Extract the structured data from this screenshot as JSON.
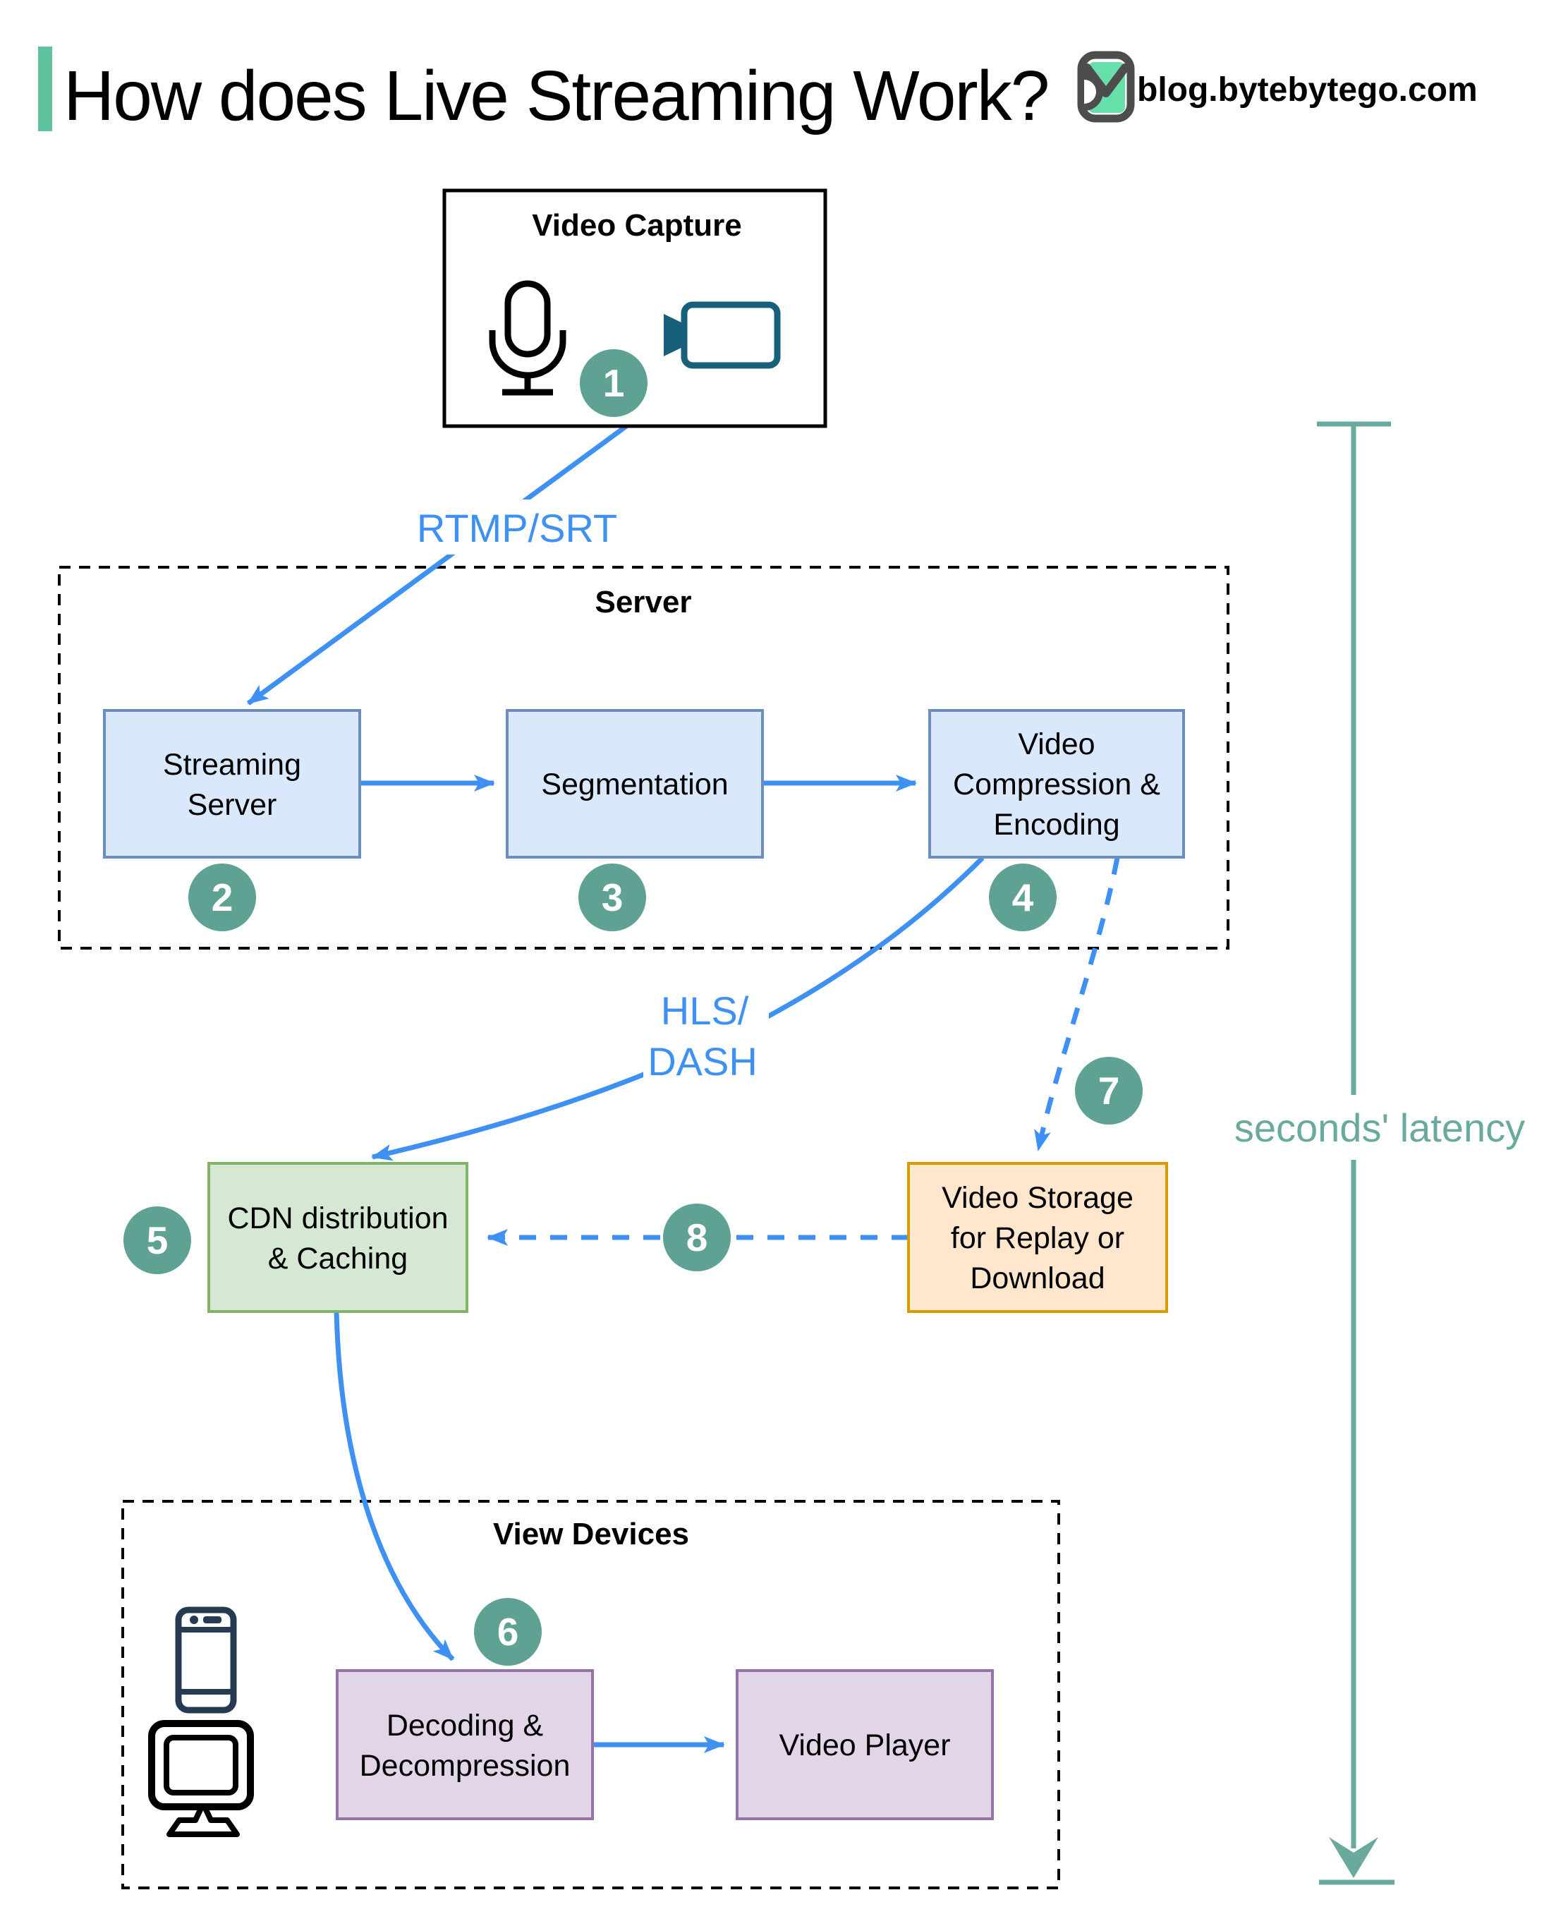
{
  "header": {
    "title": "How does Live Streaming Work?",
    "site": "blog.bytebytego.com"
  },
  "groups": {
    "server": {
      "label": "Server"
    },
    "view_devices": {
      "label": "View Devices"
    }
  },
  "nodes": {
    "video_capture": {
      "label": "Video Capture",
      "step": "1"
    },
    "streaming_server": {
      "lines": [
        "Streaming",
        "Server"
      ],
      "step": "2"
    },
    "segmentation": {
      "lines": [
        "Segmentation"
      ],
      "step": "3"
    },
    "video_compression": {
      "lines": [
        "Video",
        "Compression &",
        "Encoding"
      ],
      "step": "4"
    },
    "cdn": {
      "lines": [
        "CDN distribution",
        "& Caching"
      ],
      "step": "5"
    },
    "video_storage": {
      "lines": [
        "Video Storage",
        "for Replay or",
        "Download"
      ]
    },
    "decoding": {
      "lines": [
        "Decoding &",
        "Decompression"
      ],
      "step": "6"
    },
    "video_player": {
      "label": "Video Player"
    }
  },
  "edges": {
    "rtmp": {
      "label": "RTMP/SRT"
    },
    "hls": {
      "lines": [
        "HLS/",
        "DASH"
      ]
    },
    "storage_step": "7",
    "replay_step": "8"
  },
  "latency": {
    "label": "seconds' latency"
  },
  "icons": [
    "bytebytego-logo",
    "microphone-icon",
    "video-camera-icon",
    "smartphone-icon",
    "monitor-icon"
  ],
  "colors": {
    "accent_blue": "#3E90F3",
    "teal_circle": "#5FA193",
    "latency_teal": "#6AA99D",
    "header_green": "#5FC29D",
    "logo_green": "#67DFA9",
    "logo_ink": "#4D4D4D",
    "box_blue_fill": "#DAE8FC",
    "box_blue_border": "#6C8EBF",
    "box_green_fill": "#D5E8D4",
    "box_green_border": "#82B366",
    "box_orange_fill": "#FFE6CC",
    "box_orange_border": "#D79B00",
    "box_purple_fill": "#E1D5E7",
    "box_purple_border": "#9673A6",
    "camera_teal": "#16607C",
    "phone_navy": "#263B52",
    "ink": "#000000"
  }
}
